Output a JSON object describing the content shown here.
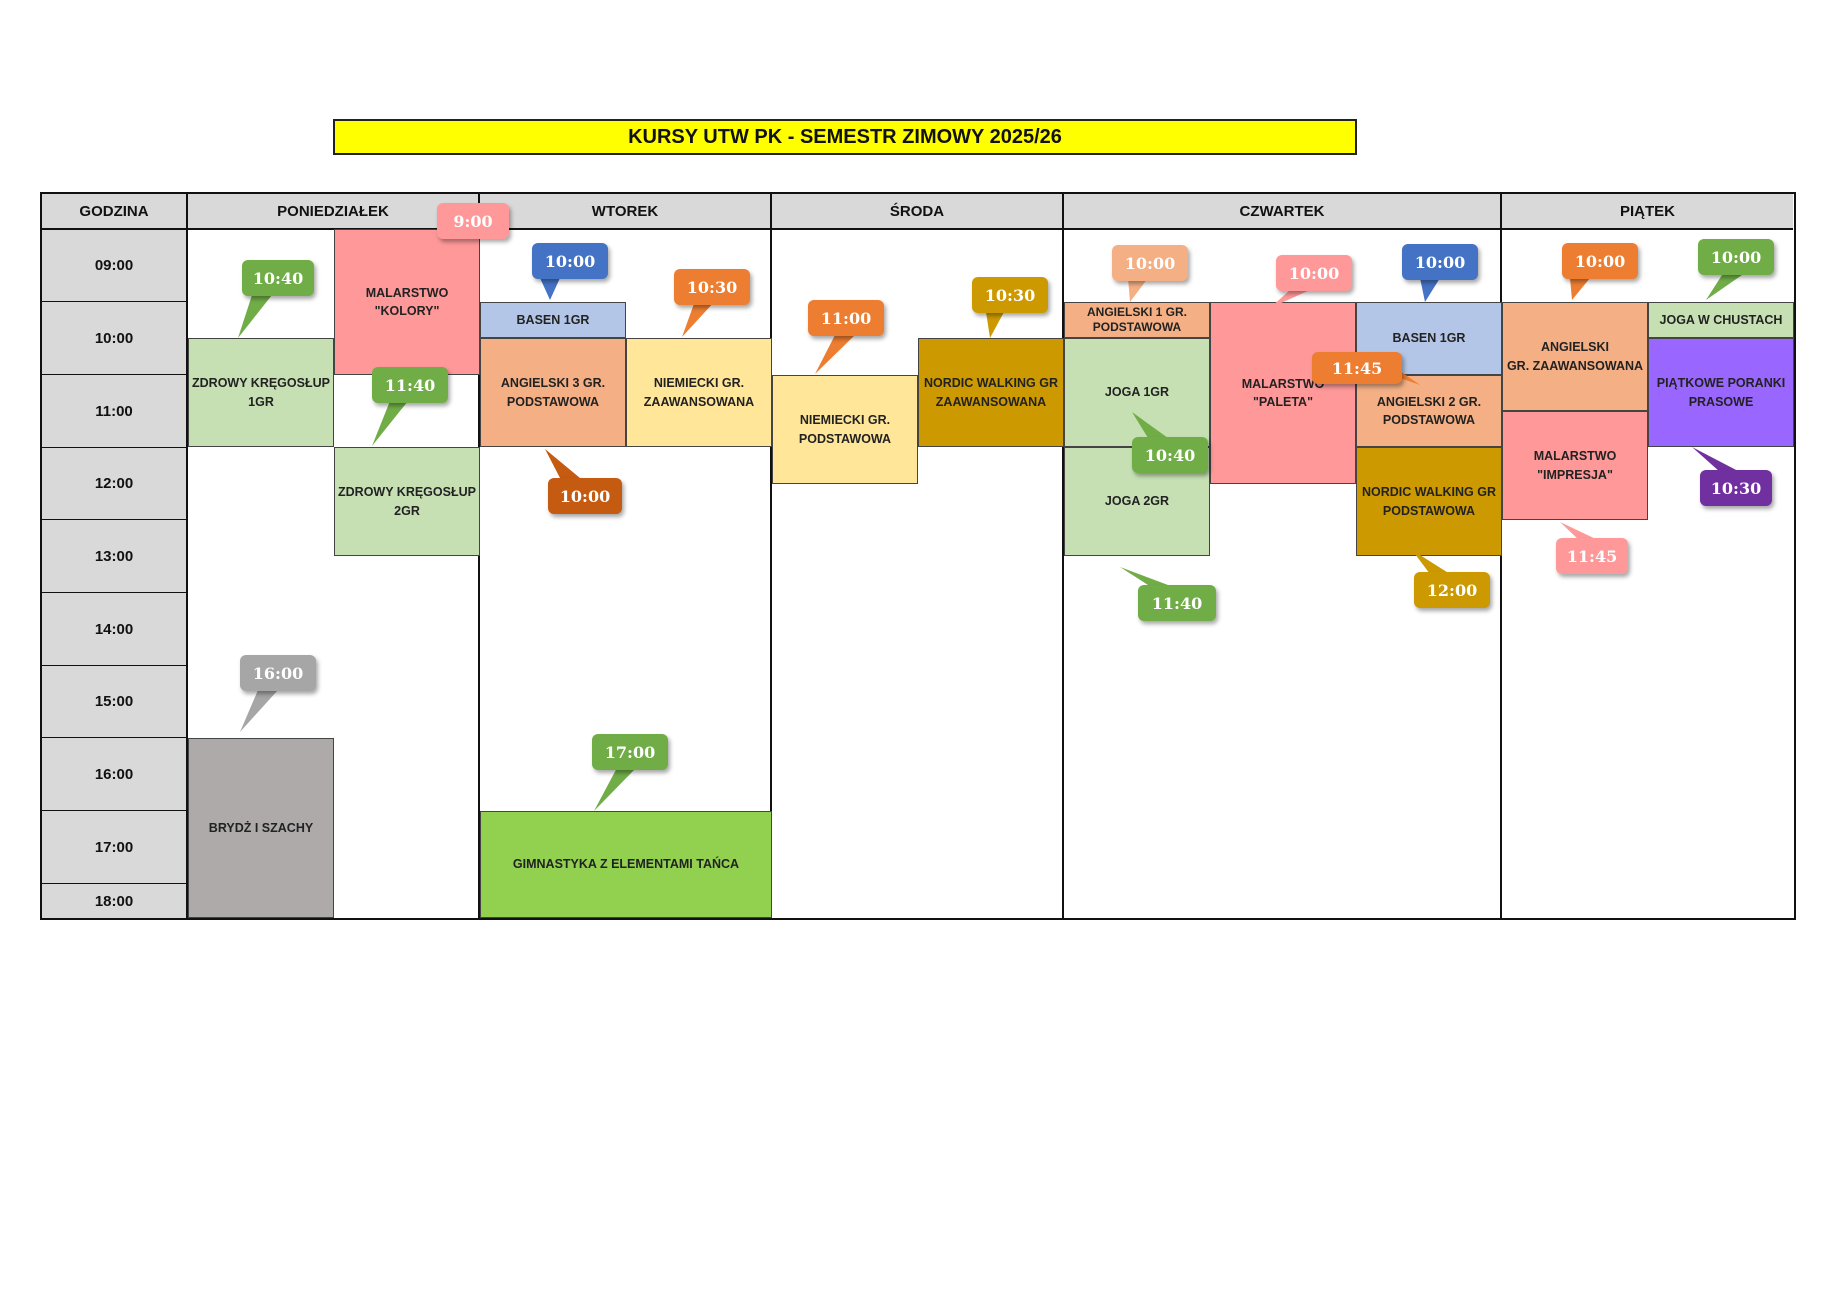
{
  "title": "KURSY UTW PK - SEMESTR ZIMOWY 2025/26",
  "header": {
    "hour_label": "GODZINA",
    "days": [
      "PONIEDZIAŁEK",
      "WTOREK",
      "ŚRODA",
      "CZWARTEK",
      "PIĄTEK"
    ]
  },
  "hours": [
    "09:00",
    "10:00",
    "11:00",
    "12:00",
    "13:00",
    "14:00",
    "15:00",
    "16:00",
    "17:00",
    "18:00"
  ],
  "courses": {
    "zdrowy_kregoslup_1": "ZDROWY KRĘGOSŁUP\n1GR",
    "malarstwo_kolory": "MALARSTWO \"KOLORY\"",
    "zdrowy_kregoslup_2": "ZDROWY KRĘGOSŁUP\n2GR",
    "brydz": "BRYDŻ I SZACHY",
    "basen_wt": "BASEN 1GR",
    "angielski_3": "ANGIELSKI 3 GR.\nPODSTAWOWA",
    "niemiecki_zaaw": "NIEMIECKI GR.\nZAAWANSOWANA",
    "gimnastyka": "GIMNASTYKA Z ELEMENTAMI TAŃCA",
    "niemiecki_podst": "NIEMIECKI GR.\nPODSTAWOWA",
    "nordic_zaaw": "NORDIC WALKING      GR\nZAAWANSOWANA",
    "angielski_1": "ANGIELSKI 1 GR.\nPODSTAWOWA",
    "joga_1": "JOGA 1GR",
    "joga_2": "JOGA 2GR",
    "malarstwo_paleta": "MALARSTWO \"PALETA\"",
    "basen_czw": "BASEN 1GR",
    "angielski_2": "ANGIELSKI 2 GR.\nPODSTAWOWA",
    "nordic_podst": "NORDIC WALKING      GR\nPODSTAWOWA",
    "angielski_zaaw": "ANGIELSKI\nGR. ZAAWANSOWANA",
    "malarstwo_impresja": "MALARSTWO\n\"IMPRESJA\"",
    "joga_chusty": "JOGA W CHUSTACH",
    "poranki": "PIĄTKOWE PORANKI\nPRASOWE"
  },
  "bubbles": {
    "pn_1040": "10:40",
    "pn_900": "9:00",
    "pn_1140": "11:40",
    "pn_1600": "16:00",
    "wt_1000_blue": "10:00",
    "wt_1030": "10:30",
    "wt_1000_orange": "10:00",
    "wt_1700": "17:00",
    "sr_1100": "11:00",
    "sr_1030": "10:30",
    "cz_1000_orange": "10:00",
    "cz_1000_pink": "10:00",
    "cz_1000_blue": "10:00",
    "cz_1145": "11:45",
    "cz_1040": "10:40",
    "cz_1140": "11:40",
    "cz_1200": "12:00",
    "pt_1000_orange": "10:00",
    "pt_1000_green": "10:00",
    "pt_1030": "10:30",
    "pt_1145": "11:45"
  },
  "colors": {
    "green_light": "#c6e0b4",
    "pink": "#ff9999",
    "gray": "#aeaaaa",
    "blue_light": "#b4c6e7",
    "orange_light": "#f4b084",
    "yellow_light": "#ffe699",
    "gold": "#cc9900",
    "lime": "#92d050",
    "purple": "#9966ff",
    "title_yellow": "#ffff00"
  }
}
